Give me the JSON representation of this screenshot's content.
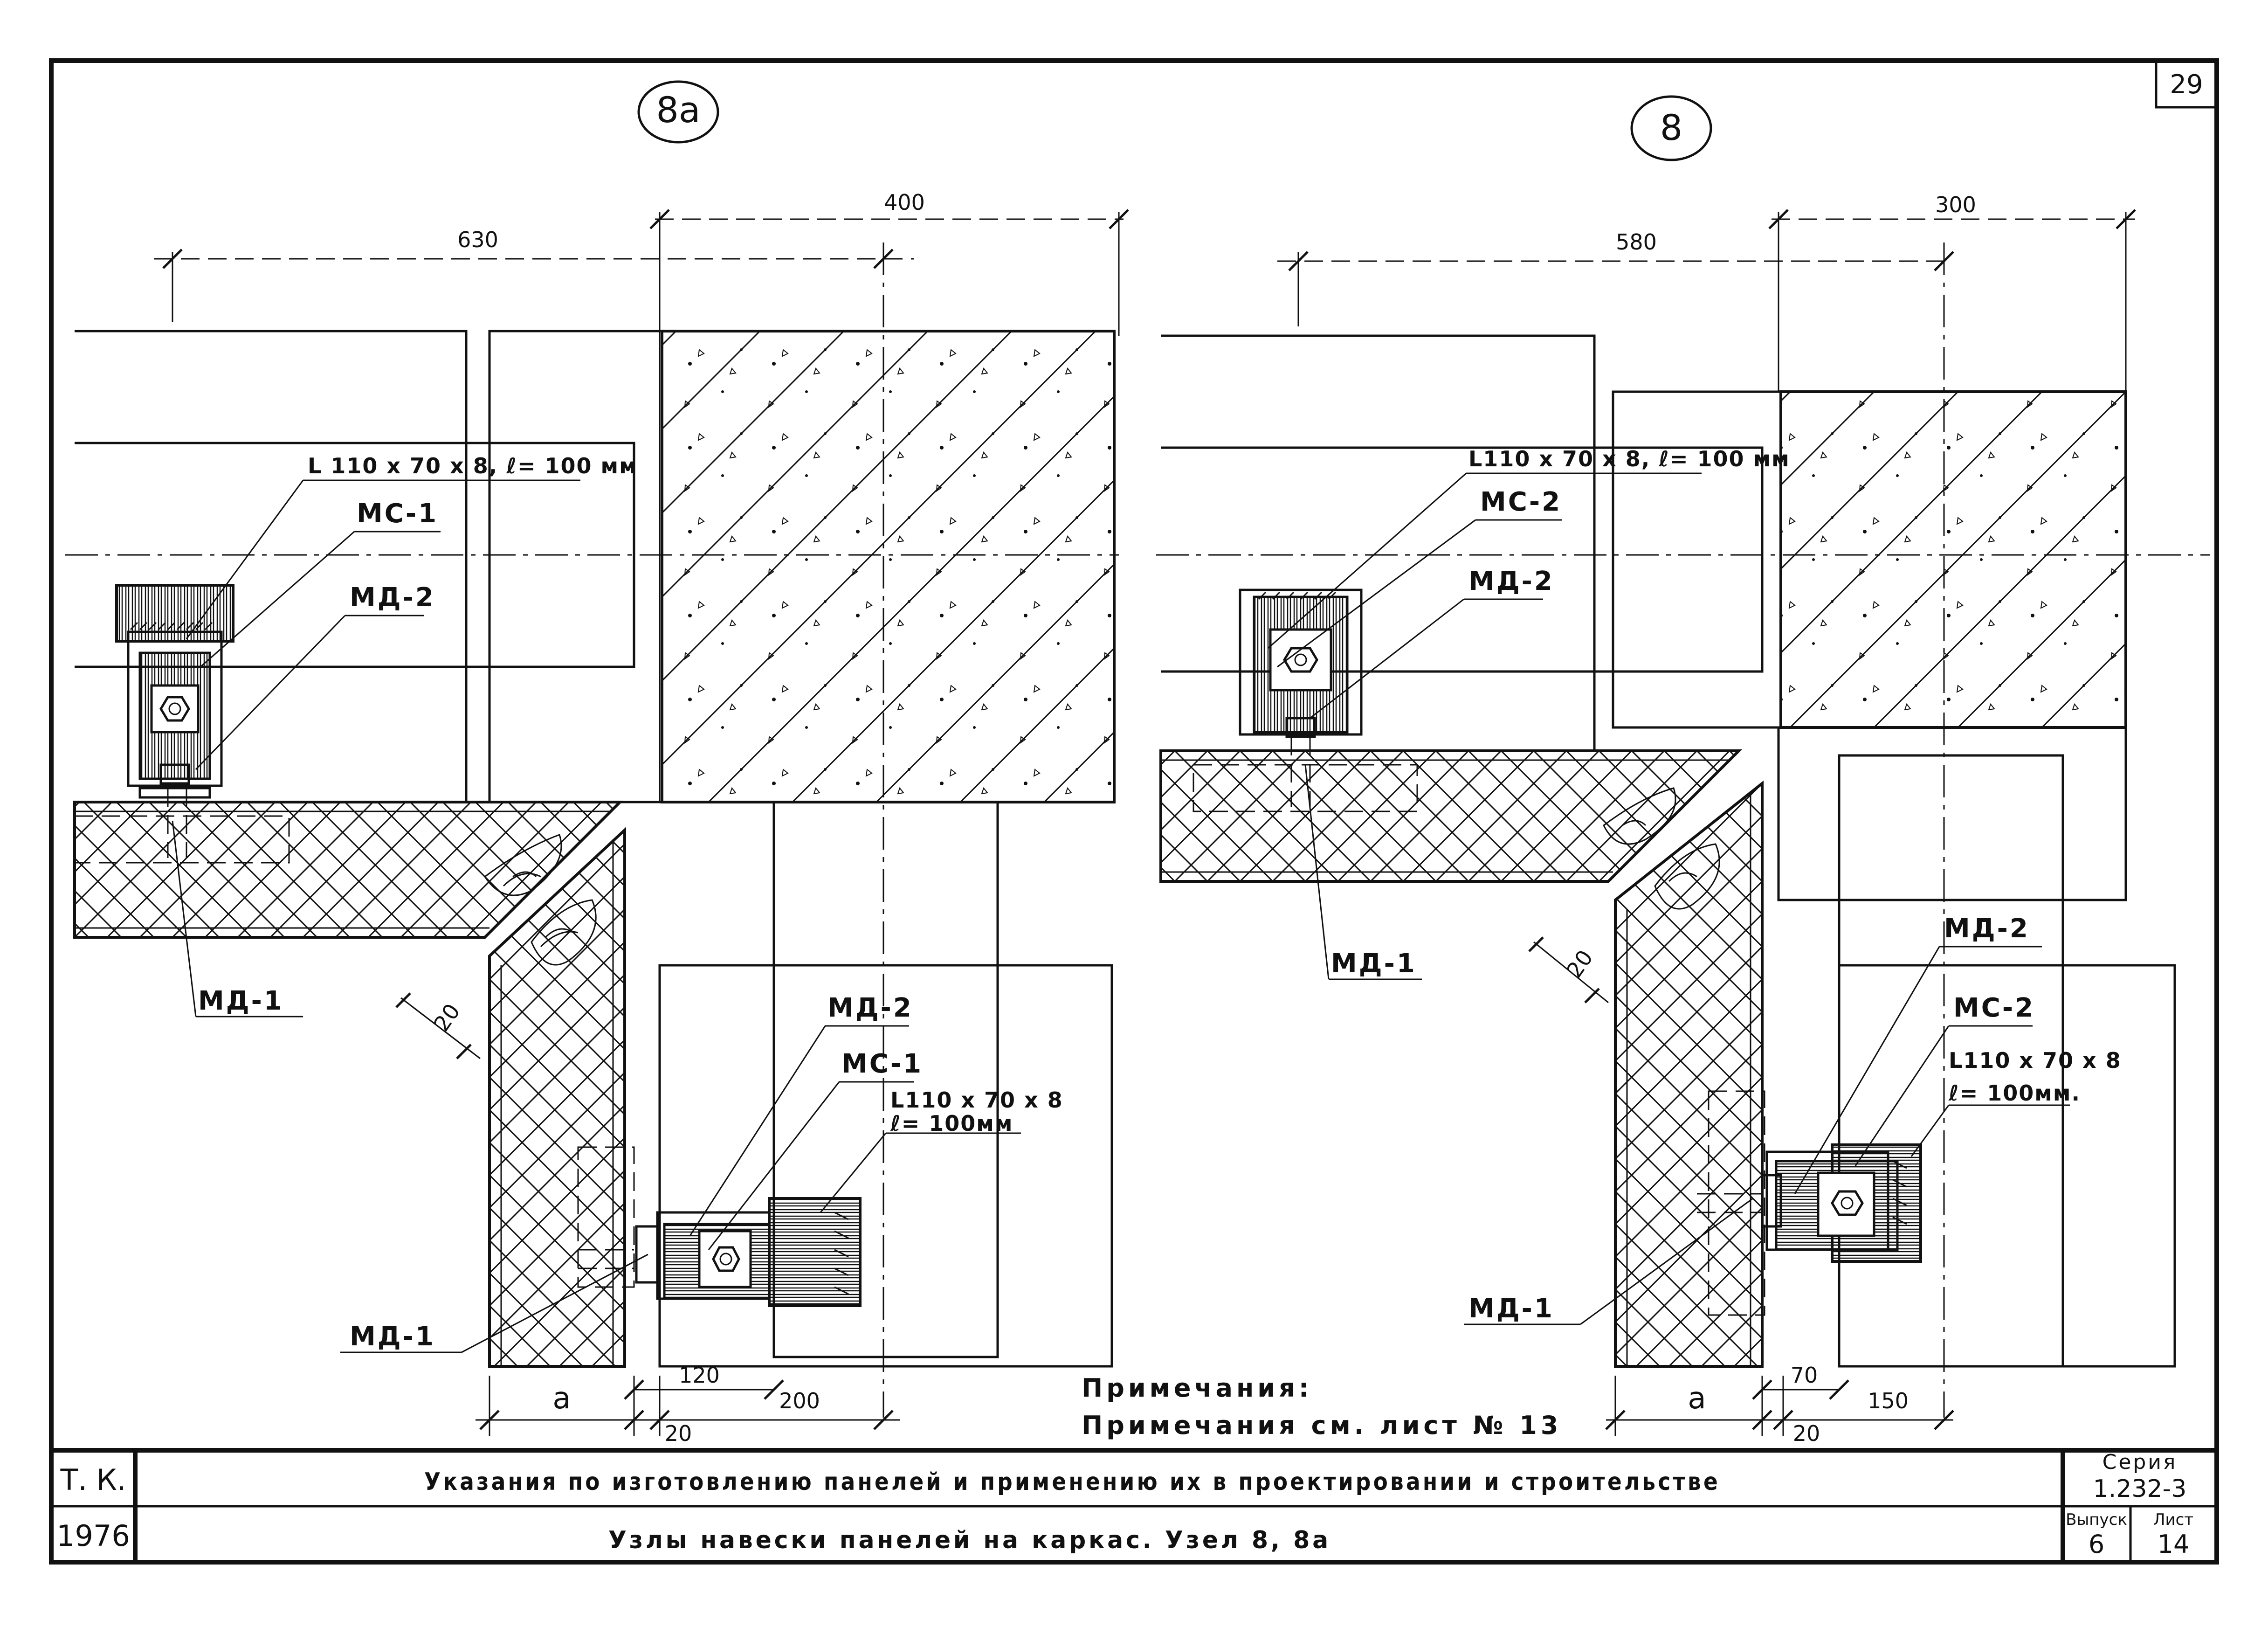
{
  "sheet_number": "29",
  "views": {
    "left": {
      "node_label": "8a",
      "dims_top": {
        "total": "630",
        "right": "400"
      },
      "dims_bottom": {
        "a": "a",
        "d120": "120",
        "d200": "200",
        "d20": "20"
      },
      "side_dim": "20",
      "callouts": {
        "angle_top": "L 110 x 70 x 8, ℓ= 100 мм",
        "ms_top": "МС-1",
        "md2_top": "МД-2",
        "md1_top": "МД-1",
        "md2_bottom": "МД-2",
        "ms_bottom": "МС-1",
        "angle_bottom_1": "L110 x 70 x 8",
        "angle_bottom_2": "ℓ= 100мм",
        "md1_bottom": "МД-1"
      }
    },
    "right": {
      "node_label": "8",
      "dims_top": {
        "total": "580",
        "right": "300"
      },
      "dims_bottom": {
        "a": "a",
        "d70": "70",
        "d150": "150",
        "d20": "20"
      },
      "side_dim": "20",
      "callouts": {
        "angle_top": "L110 x 70 x 8, ℓ= 100 мм",
        "ms_top": "МС-2",
        "md2_top": "МД-2",
        "md1_top": "МД-1",
        "md2_bottom": "МД-2",
        "ms_bottom": "МС-2",
        "angle_bottom_1": "L110 x 70 x 8",
        "angle_bottom_2": "ℓ= 100мм.",
        "md1_bottom": "МД-1"
      }
    }
  },
  "notes": {
    "heading": "Примечания:",
    "text": "Примечания см. лист № 13"
  },
  "title_block": {
    "org": "Т. К.",
    "year": "1976",
    "title": "Указания по изготовлению панелей и применению их в проектировании и строительстве",
    "subtitle": "Узлы навески панелей на каркас. Узел 8, 8а",
    "series_label": "Серия",
    "series_value": "1.232-3",
    "issue_label": "Выпуск",
    "issue_value": "6",
    "sheet_label": "Лист",
    "sheet_value": "14"
  }
}
